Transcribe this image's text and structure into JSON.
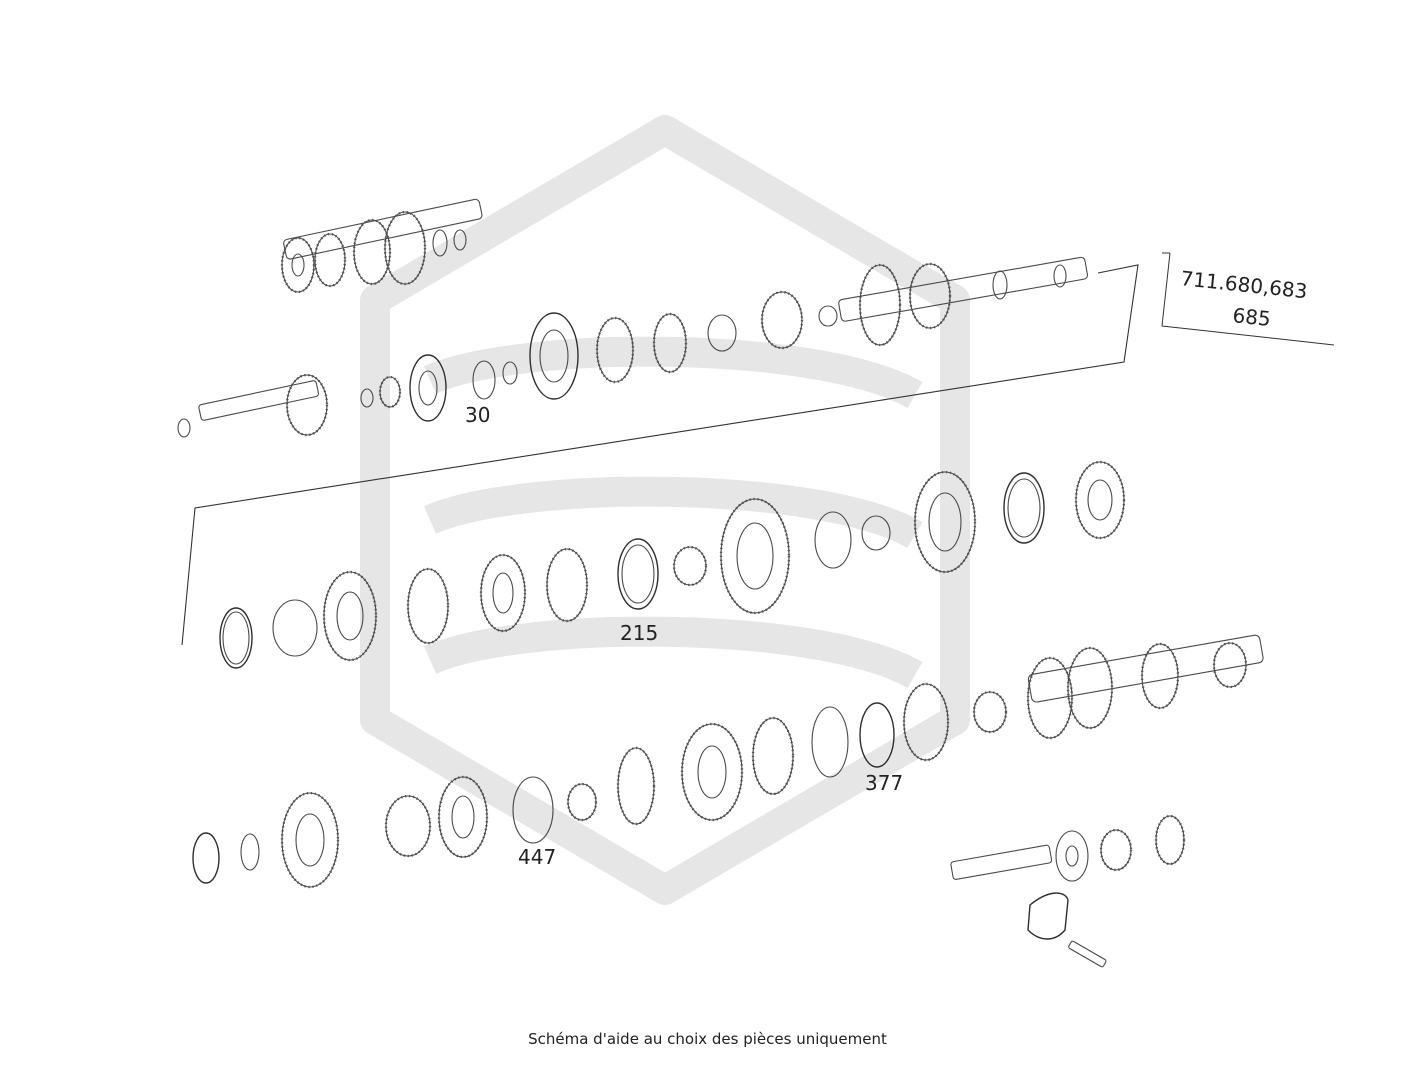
{
  "reference": {
    "line1": "711.680,683",
    "line2": "685"
  },
  "callouts": [
    "30",
    "215",
    "377",
    "447"
  ],
  "caption": "Schéma d'aide au choix des pièces uniquement",
  "colors": {
    "ink": "#4a4a4a",
    "watermark": "#e6e6e6",
    "text": "#222222"
  },
  "icons": [
    "brand-watermark-icon"
  ]
}
